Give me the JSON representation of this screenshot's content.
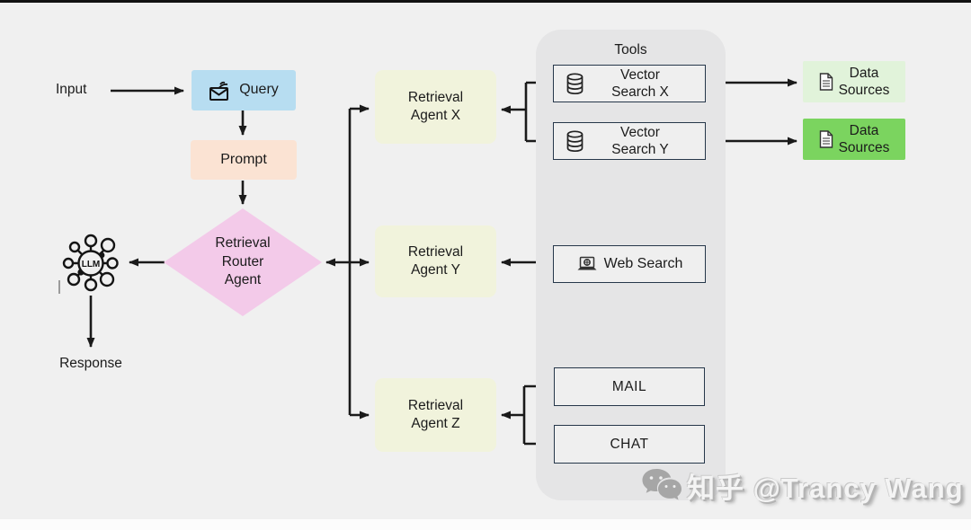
{
  "colors": {
    "background": "#f0f0f0",
    "query_bg": "#b7ddf1",
    "prompt_bg": "#fbe3d3",
    "router_diamond_bg": "#f3cae9",
    "agent_bg": "#f1f3dc",
    "tools_panel_bg": "#e5e5e6",
    "tool_box_bg": "#efefef",
    "tool_box_border": "#26374a",
    "data_sources_light_bg": "#e1f3da",
    "data_sources_green_bg": "#7bd45f",
    "arrow": "#1a1a1a",
    "text": "#1b1b1b"
  },
  "flow": {
    "input_label": "Input",
    "query": {
      "label": "Query",
      "icon": "mail-compose-icon"
    },
    "prompt": {
      "label": "Prompt"
    },
    "router": {
      "line1": "Retrieval",
      "line2": "Router",
      "line3": "Agent"
    },
    "llm_label": "LLM",
    "llm_icon": "llm-network-icon",
    "response_label": "Response"
  },
  "agents": [
    {
      "line1": "Retrieval",
      "line2": "Agent X"
    },
    {
      "line1": "Retrieval",
      "line2": "Agent Y"
    },
    {
      "line1": "Retrieval",
      "line2": "Agent Z"
    }
  ],
  "tools": {
    "title": "Tools",
    "vector_search_x": {
      "line1": "Vector",
      "line2": "Search X",
      "icon": "database-icon"
    },
    "vector_search_y": {
      "line1": "Vector",
      "line2": "Search Y",
      "icon": "database-icon"
    },
    "web_search": {
      "label": "Web Search",
      "icon": "laptop-globe-icon"
    },
    "mail": {
      "label": "MAIL"
    },
    "chat": {
      "label": "CHAT"
    }
  },
  "data_sources": [
    {
      "line1": "Data",
      "line2": "Sources",
      "icon": "document-icon"
    },
    {
      "line1": "Data",
      "line2": "Sources",
      "icon": "document-icon"
    }
  ],
  "watermark": {
    "text": "知乎 @Trancy Wang",
    "icon": "wechat-icon"
  }
}
